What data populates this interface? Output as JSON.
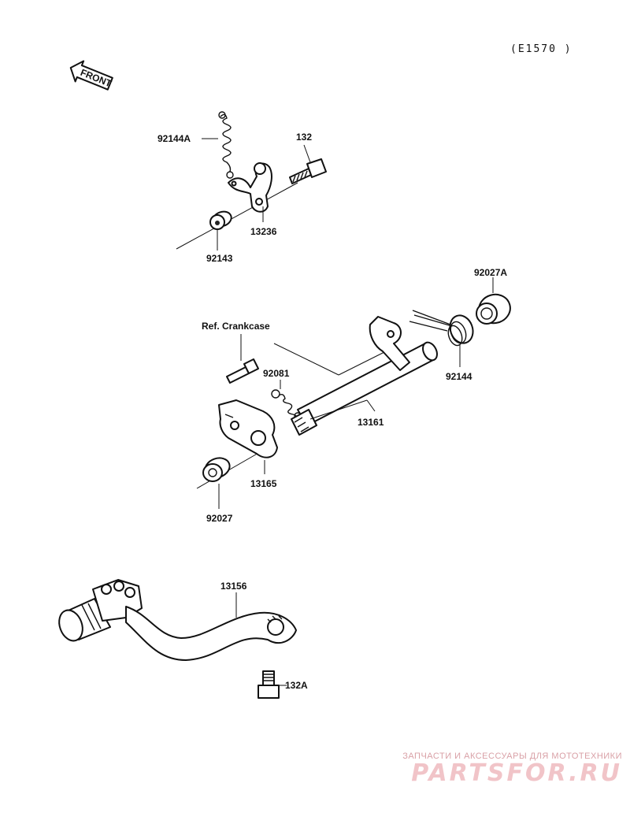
{
  "diagram_code": "(E1570 )",
  "front_label": "FRONT",
  "reference_label": "Ref. Crankcase",
  "parts": {
    "spring_92144A": "92144A",
    "bolt_132": "132",
    "lever_13236": "13236",
    "washer_92143": "92143",
    "collar_92027A": "92027A",
    "spring_92144": "92144",
    "spring_92081": "92081",
    "shaft_13161": "13161",
    "plate_13165": "13165",
    "collar_92027": "92027",
    "pedal_13156": "13156",
    "bolt_132A": "132A"
  },
  "watermark": {
    "tagline": "ЗАПЧАСТИ И АКСЕССУАРЫ ДЛЯ МОТОТЕХНИКИ",
    "brand": "PARTSFOR.RU"
  }
}
